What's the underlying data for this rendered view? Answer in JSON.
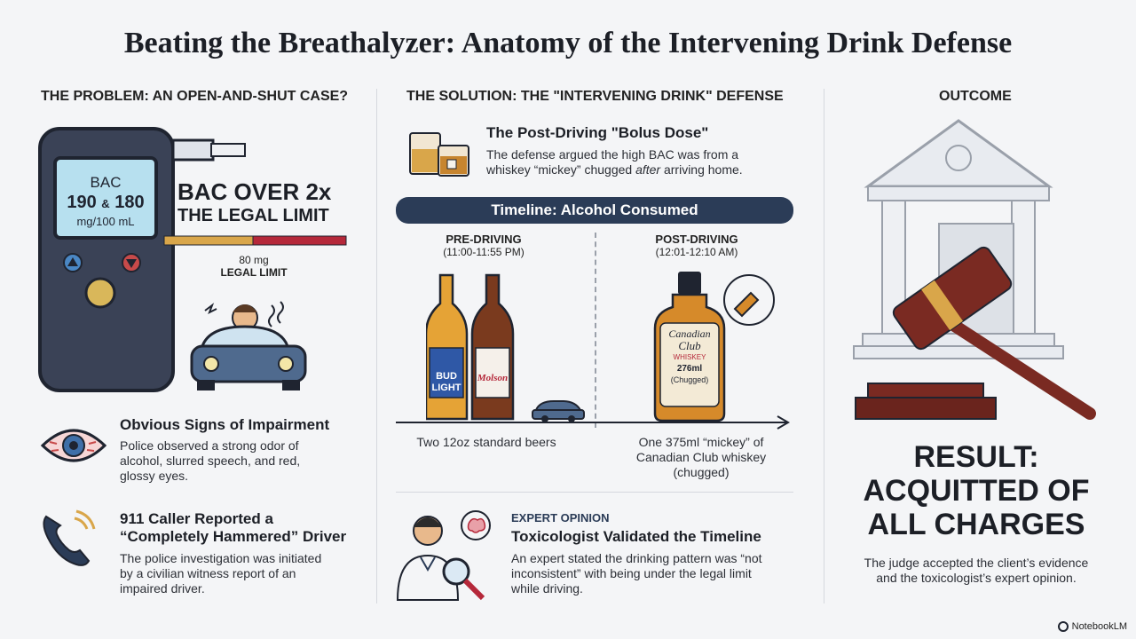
{
  "title": "Beating the Breathalyzer: Anatomy of the Intervening Drink Defense",
  "problem": {
    "heading": "THE PROBLEM: AN OPEN-AND-SHUT CASE?",
    "device": {
      "line1": "BAC",
      "line2a": "190",
      "amp": "&",
      "line2b": "180",
      "line3": "mg/100 mL"
    },
    "headline_line1": "BAC OVER 2x",
    "headline_line2": "THE LEGAL LIMIT",
    "limit_line1": "80 mg",
    "limit_line2": "LEGAL LIMIT",
    "signs_title": "Obvious Signs of Impairment",
    "signs_text_1": "Police observed a strong odor of",
    "signs_text_2": "alcohol, slurred speech, and red,",
    "signs_text_3": "glossy eyes.",
    "caller_title_1": "911 Caller Reported a",
    "caller_title_2": "“Completely Hammered” Driver",
    "caller_text_1": "The police investigation was initiated",
    "caller_text_2": "by a civilian witness report of an",
    "caller_text_3": "impaired driver."
  },
  "solution": {
    "heading": "THE SOLUTION: THE \"INTERVENING DRINK\" DEFENSE",
    "bolus_title": "The Post-Driving \"Bolus Dose\"",
    "bolus_text_1": "The defense argued the high BAC was from a",
    "bolus_text_2a": "whiskey “mickey” chugged ",
    "bolus_text_2b": "after",
    "bolus_text_2c": " arriving home.",
    "timeline_label": "Timeline: Alcohol Consumed",
    "pre_label": "PRE-DRIVING",
    "pre_time": "(11:00-11:55 PM)",
    "post_label": "POST-DRIVING",
    "post_time": "(12:01-12:10 AM)",
    "beer1_label_1": "BUD",
    "beer1_label_2": "LIGHT",
    "beer2_label": "Molson",
    "whiskey_label_1": "Canadian",
    "whiskey_label_2": "Club",
    "whiskey_label_3": "WHISKEY",
    "whiskey_label_4": "276ml",
    "whiskey_label_5": "(Chugged)",
    "pre_caption": "Two 12oz standard beers",
    "post_caption_1": "One 375ml “mickey” of",
    "post_caption_2": "Canadian Club whiskey",
    "post_caption_3": "(chugged)",
    "expert_tag": "EXPERT OPINION",
    "expert_title": "Toxicologist Validated the Timeline",
    "expert_text_1": "An expert stated the drinking pattern was “not",
    "expert_text_2": "inconsistent” with being under the legal limit",
    "expert_text_3": "while driving."
  },
  "outcome": {
    "heading": "OUTCOME",
    "result_1": "RESULT:",
    "result_2": "ACQUITTED OF",
    "result_3": "ALL CHARGES",
    "text_1": "The judge accepted the client’s evidence",
    "text_2": "and the toxicologist’s expert opinion."
  },
  "brand": "NotebookLM",
  "colors": {
    "navy": "#2b3c57",
    "gold": "#d9a64a",
    "red": "#b5283a",
    "wood": "#7a2a22"
  }
}
